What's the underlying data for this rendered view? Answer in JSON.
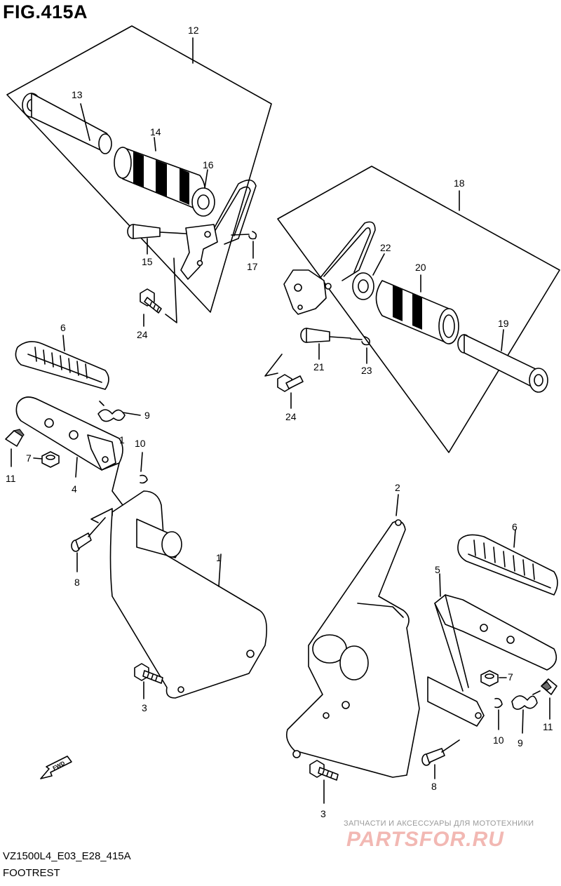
{
  "header": {
    "title": "FIG.415A"
  },
  "footer": {
    "code": "VZ1500L4_E03_E28_415A",
    "name": "FOOTREST"
  },
  "watermark": {
    "line": "ЗАПЧАСТИ И АКСЕССУАРЫ ДЛЯ МОТОТЕХНИКИ",
    "logo": "PARTSFOR.RU"
  },
  "fwd_label": "FWD",
  "callouts": [
    "12",
    "13",
    "14",
    "16",
    "15",
    "17",
    "24",
    "18",
    "22",
    "20",
    "19",
    "21",
    "23",
    "24",
    "6",
    "9",
    "1",
    "10",
    "7",
    "11",
    "4",
    "8",
    "1",
    "3",
    "2",
    "6",
    "5",
    "7",
    "11",
    "10",
    "9",
    "8",
    "3"
  ]
}
